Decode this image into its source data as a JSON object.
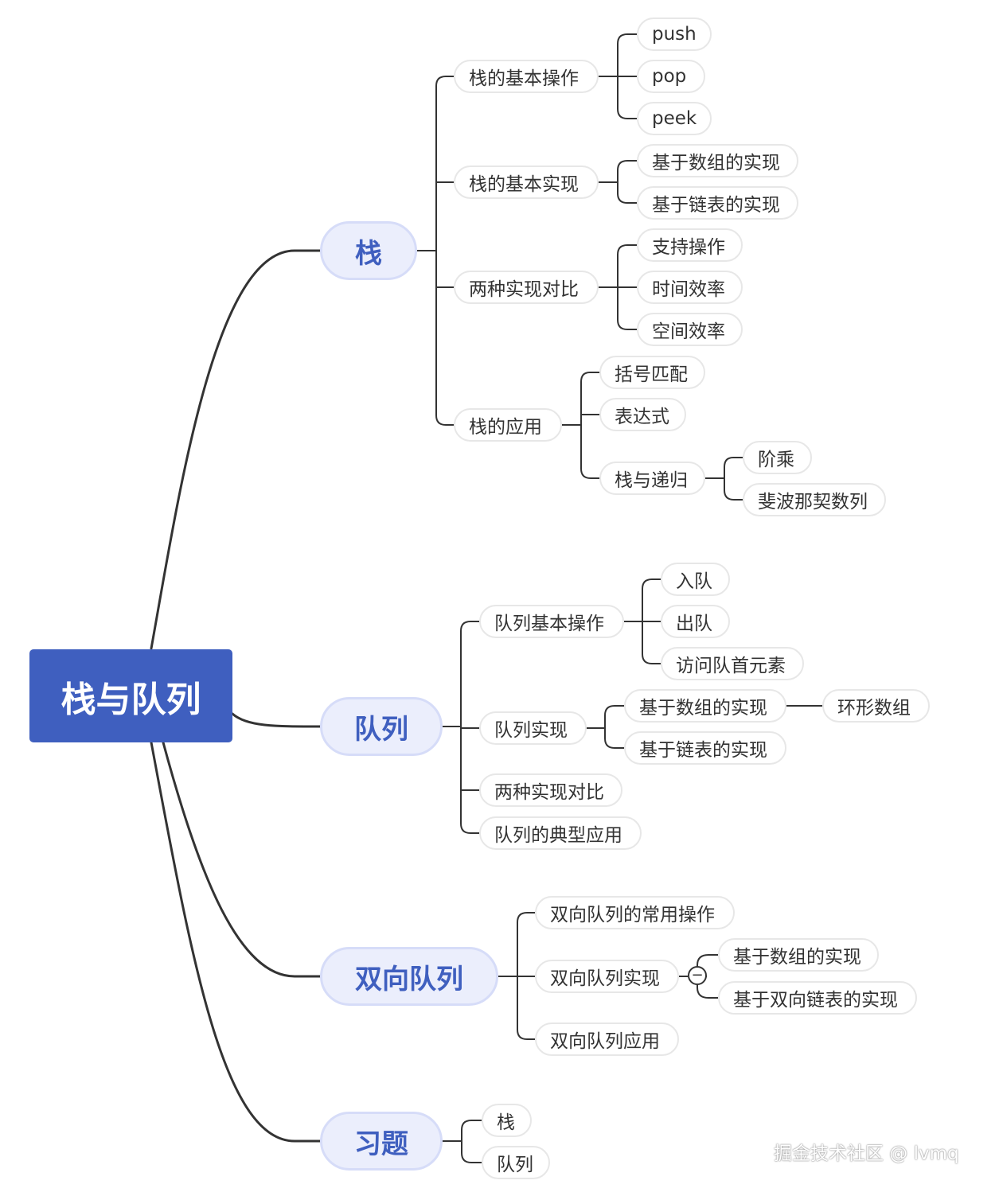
{
  "root": "栈与队列",
  "branches": {
    "stack": {
      "label": "栈",
      "children": {
        "ops": {
          "label": "栈的基本操作",
          "children": [
            "push",
            "pop",
            "peek"
          ]
        },
        "impl": {
          "label": "栈的基本实现",
          "children": [
            "基于数组的实现",
            "基于链表的实现"
          ]
        },
        "compare": {
          "label": "两种实现对比",
          "children": [
            "支持操作",
            "时间效率",
            "空间效率"
          ]
        },
        "apps": {
          "label": "栈的应用",
          "children": {
            "brackets": "括号匹配",
            "expr": "表达式",
            "recursion": {
              "label": "栈与递归",
              "children": [
                "阶乘",
                "斐波那契数列"
              ]
            }
          }
        }
      }
    },
    "queue": {
      "label": "队列",
      "children": {
        "ops": {
          "label": "队列基本操作",
          "children": [
            "入队",
            "出队",
            "访问队首元素"
          ]
        },
        "impl": {
          "label": "队列实现",
          "children": {
            "array": {
              "label": "基于数组的实现",
              "child": "环形数组"
            },
            "linked": "基于链表的实现"
          }
        },
        "compare": "两种实现对比",
        "apps": "队列的典型应用"
      }
    },
    "deque": {
      "label": "双向队列",
      "children": {
        "ops": "双向队列的常用操作",
        "impl": {
          "label": "双向队列实现",
          "collapse_icon": "−",
          "children": [
            "基于数组的实现",
            "基于双向链表的实现"
          ]
        },
        "apps": "双向队列应用"
      }
    },
    "exercises": {
      "label": "习题",
      "children": [
        "栈",
        "队列"
      ]
    }
  },
  "watermark": "掘金技术社区 @ lvmq",
  "colors": {
    "root_bg": "#3f5fbf",
    "level1_bg": "#ebeefc",
    "level1_text": "#3f5fbf",
    "line": "#333333",
    "leaf_border": "#e7e7e7"
  }
}
